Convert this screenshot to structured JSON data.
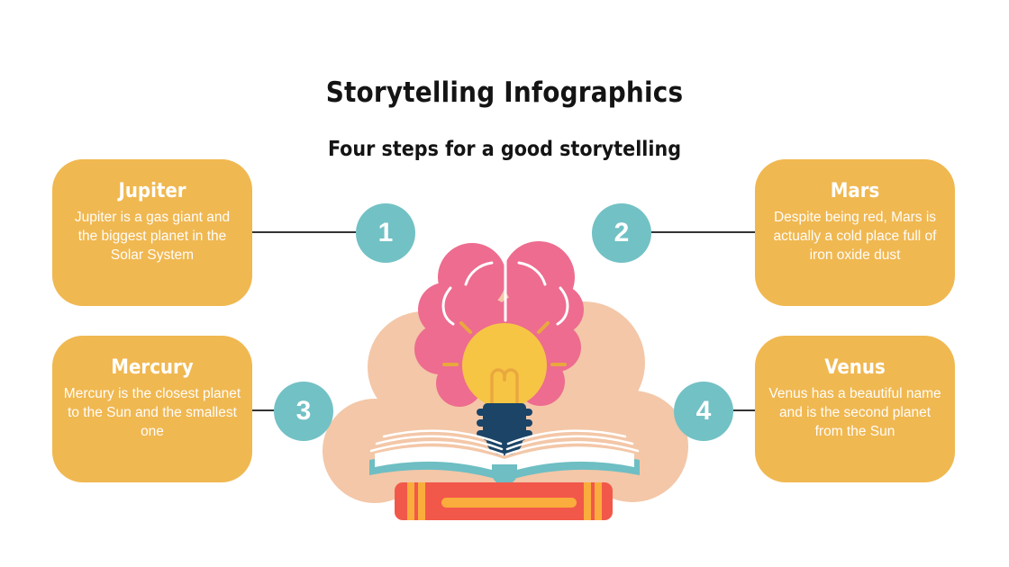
{
  "header": {
    "title": "Storytelling Infographics",
    "subtitle": "Four steps for a good storytelling"
  },
  "steps": [
    {
      "number": "1",
      "name": "Jupiter",
      "description": "Jupiter is a gas giant and the biggest planet in the Solar System",
      "position": "top-left"
    },
    {
      "number": "2",
      "name": "Mars",
      "description": "Despite being red, Mars is actually a cold place full of iron oxide dust",
      "position": "top-right"
    },
    {
      "number": "3",
      "name": "Mercury",
      "description": "Mercury is the closest planet to the Sun and the smallest one",
      "position": "bottom-left"
    },
    {
      "number": "4",
      "name": "Venus",
      "description": "Venus has a beautiful name and is the second planet from the Sun",
      "position": "bottom-right"
    }
  ],
  "illustration": {
    "name": "brain-lightbulb-on-books",
    "elements": [
      "cloud",
      "brain",
      "lightbulb",
      "bulb-base",
      "open-book",
      "red-book",
      "bookmark"
    ]
  },
  "colors": {
    "background": "#FFFFFF",
    "heading": "#141414",
    "card": "#F0B851",
    "card-text": "#FFFFFF",
    "circle": "#72C1C5",
    "connector": "#333333",
    "cloud": "#F3C7A8",
    "brain": "#ED6C8F",
    "bulb": "#F7C544",
    "bulb-detail": "#E9A83E",
    "navy": "#1B4467",
    "book-red": "#F2584A",
    "book-stripe": "#FAAD3C",
    "book-teal": "#6EBEC3"
  }
}
